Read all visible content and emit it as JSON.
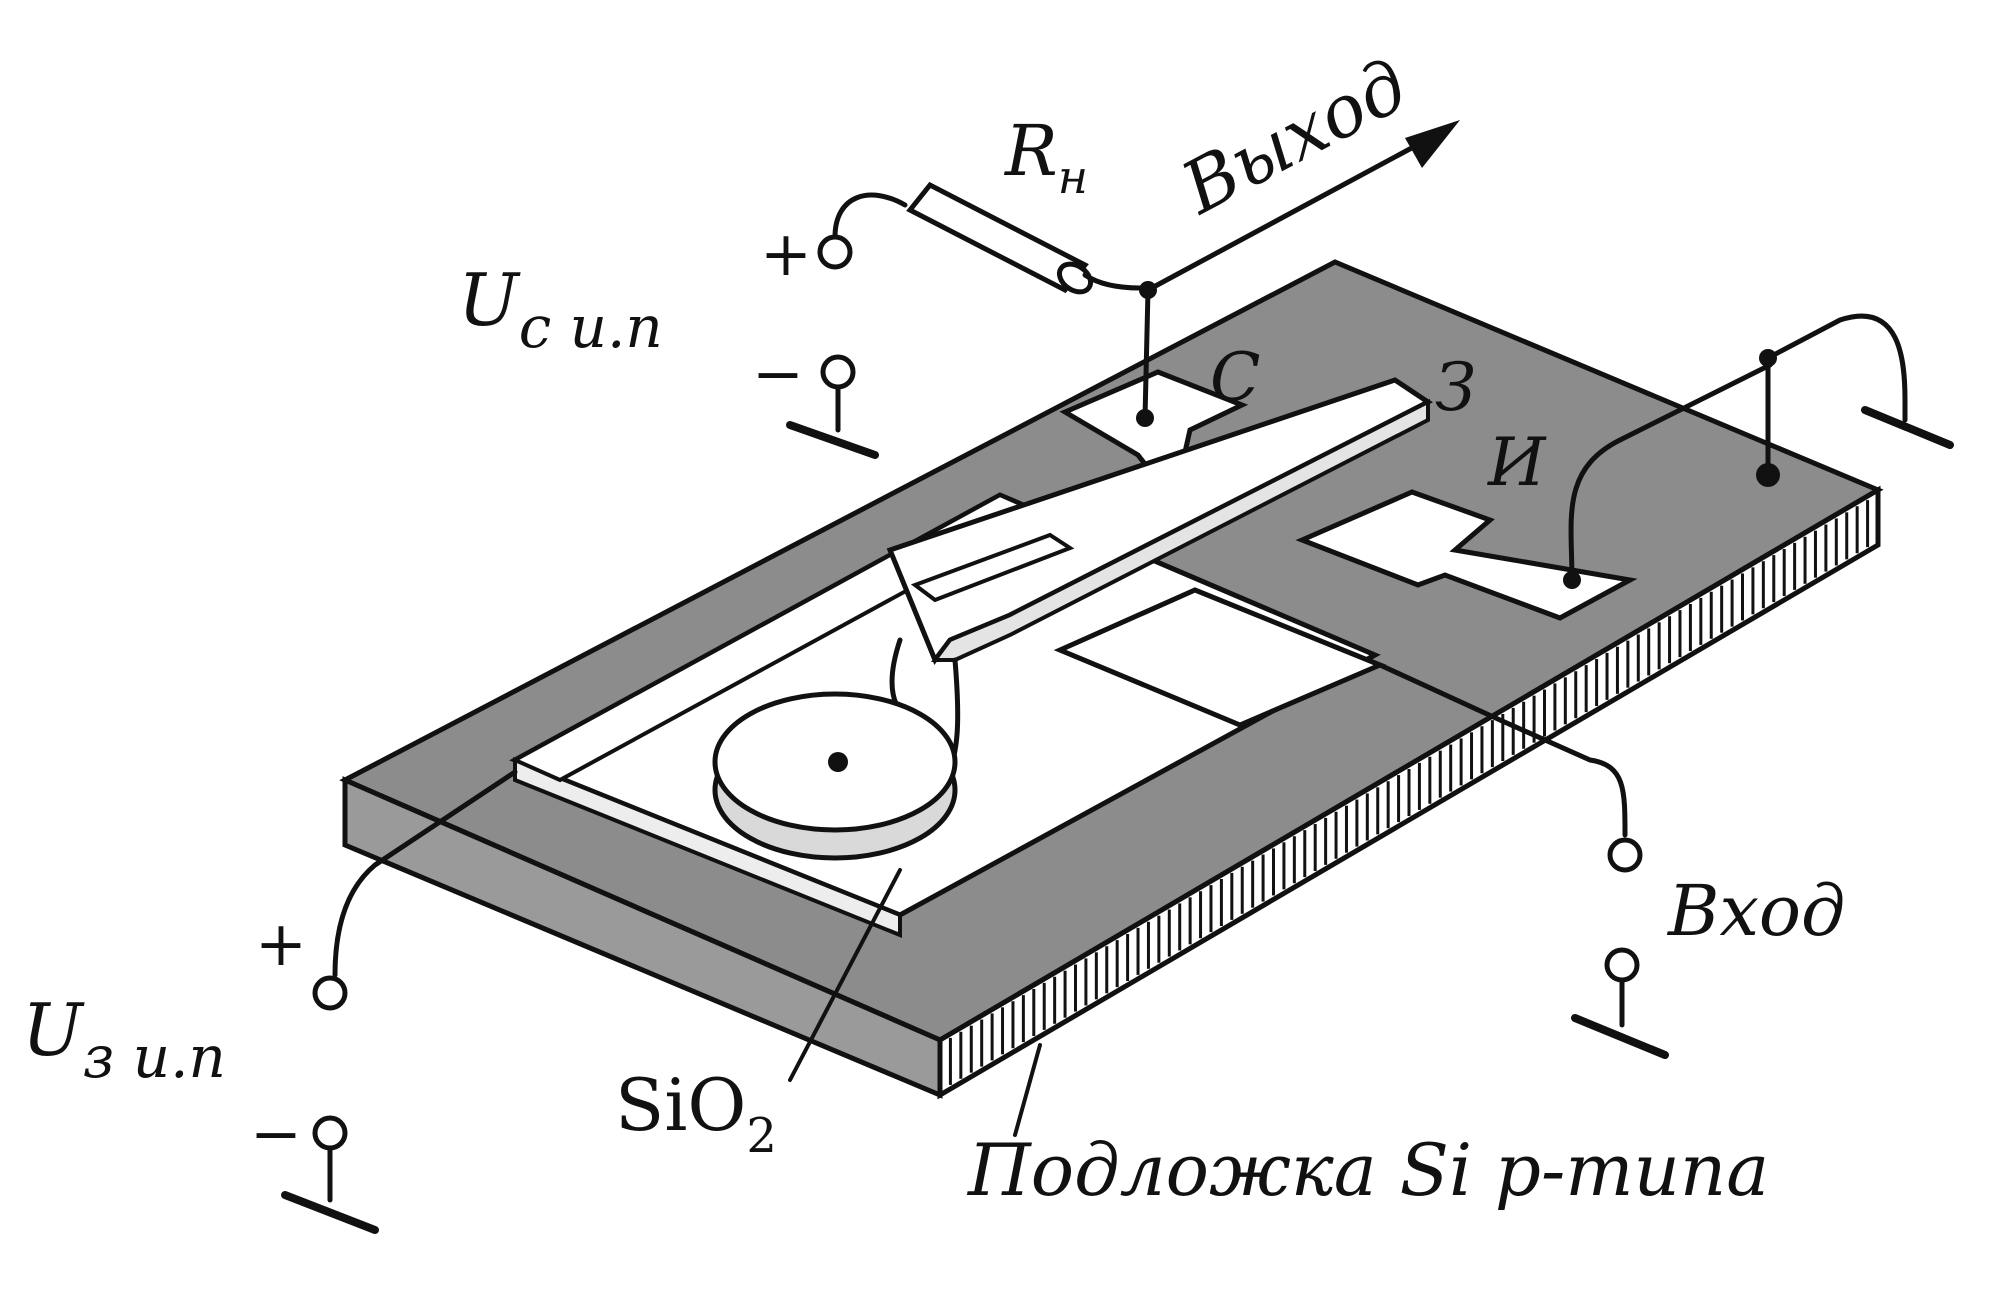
{
  "colors": {
    "ink": "#111111",
    "substrate": "#8c8c8c",
    "film": "#ffffff"
  },
  "labels": {
    "output": "Выход",
    "load_resistor": {
      "main": "R",
      "sub": "н"
    },
    "drain_supply": {
      "main": "U",
      "sub": "с и.п"
    },
    "gate_supply": {
      "main": "U",
      "sub": "з и.п"
    },
    "drain_terminal": "С",
    "gate_terminal": "З",
    "source_terminal": "И",
    "input": "Вход",
    "oxide": {
      "main": "SiO",
      "sub": "2"
    },
    "substrate": "Подложка Si p-типа",
    "plus_drain": "+",
    "minus_drain": "−",
    "plus_gate": "+",
    "minus_gate": "−"
  }
}
